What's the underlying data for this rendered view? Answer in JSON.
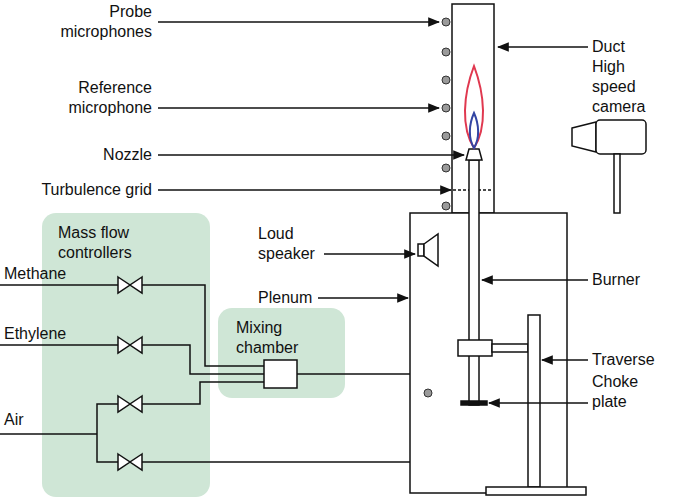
{
  "diagram": {
    "nodes": [
      {
        "text": [
          "Mass flow controllers"
        ]
      },
      {
        "text": [
          "Mixing chamber"
        ]
      }
    ],
    "edges": [
      {
        "from": 0,
        "to": 1,
        "arrow": "none"
      },
      {
        "from": 0,
        "to": 1,
        "arrow": "none"
      },
      {
        "from": 0,
        "to": 1,
        "arrow": "none"
      }
    ],
    "labels": [
      "Probe microphones",
      "Duct",
      "Reference microphone",
      "High speed camera",
      "Nozzle",
      "Turbulence grid",
      "Loud speaker",
      "Burner",
      "Methane",
      "Plenum",
      "Ethylene",
      "Traverse",
      "Air",
      "Choke plate"
    ]
  }
}
